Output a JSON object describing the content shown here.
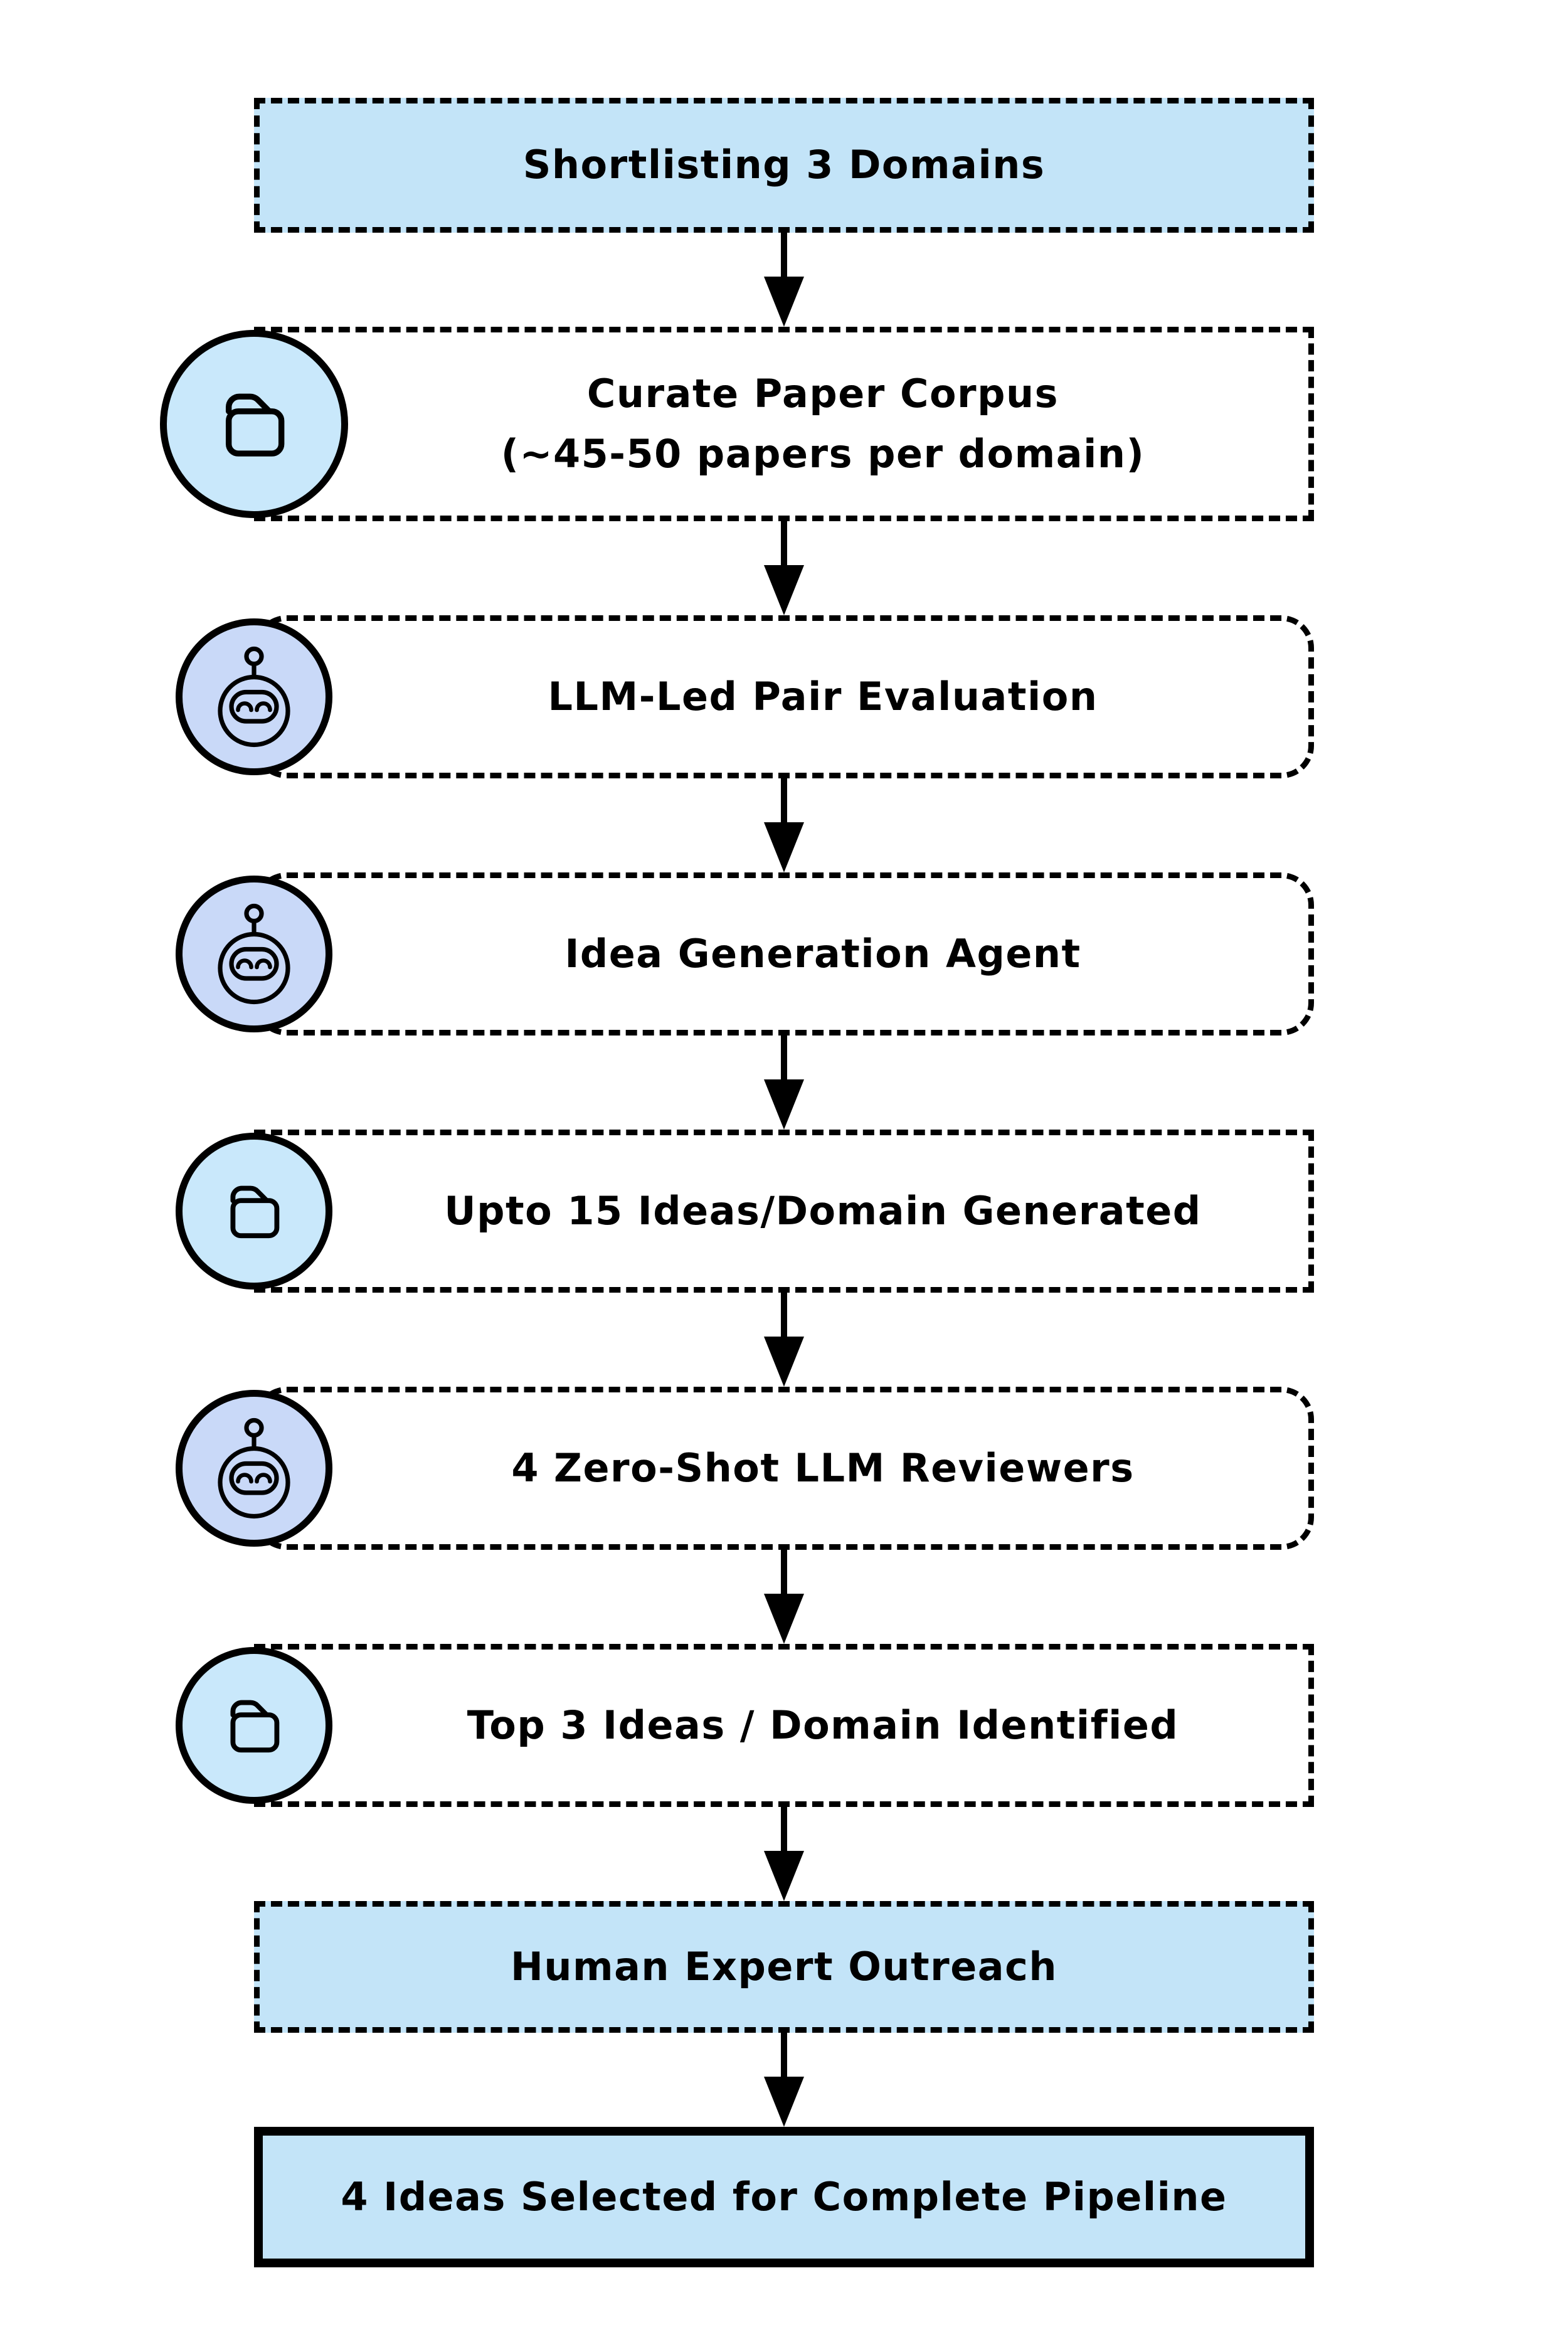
{
  "diagram": {
    "type": "flowchart",
    "direction": "top-down",
    "nodes": [
      {
        "label": "Shortlisting 3 Domains",
        "variant": "blue-dashed",
        "icon": null
      },
      {
        "label": "Curate Paper Corpus",
        "sublabel": "(~45-50 papers per domain)",
        "variant": "white-dashed",
        "icon": "folder"
      },
      {
        "label": "LLM-Led Pair Evaluation",
        "variant": "white-dashed-rounded",
        "icon": "robot"
      },
      {
        "label": "Idea Generation Agent",
        "variant": "white-dashed-rounded",
        "icon": "robot"
      },
      {
        "label": "Upto 15 Ideas/Domain Generated",
        "variant": "white-dashed",
        "icon": "folder"
      },
      {
        "label": "4 Zero-Shot LLM Reviewers",
        "variant": "white-dashed-rounded",
        "icon": "robot"
      },
      {
        "label": "Top 3 Ideas / Domain Identified",
        "variant": "white-dashed",
        "icon": "folder"
      },
      {
        "label": "Human Expert Outreach",
        "variant": "blue-dashed",
        "icon": null
      },
      {
        "label": "4 Ideas Selected for Complete Pipeline",
        "variant": "blue-solid",
        "icon": null
      }
    ],
    "connector": "arrow-down"
  },
  "colors": {
    "box_fill": "#c3e4f8",
    "folder_circle_fill": "#c9e8fb",
    "robot_circle_fill": "#c9d9f8",
    "stroke": "#000000",
    "background": "#ffffff"
  }
}
